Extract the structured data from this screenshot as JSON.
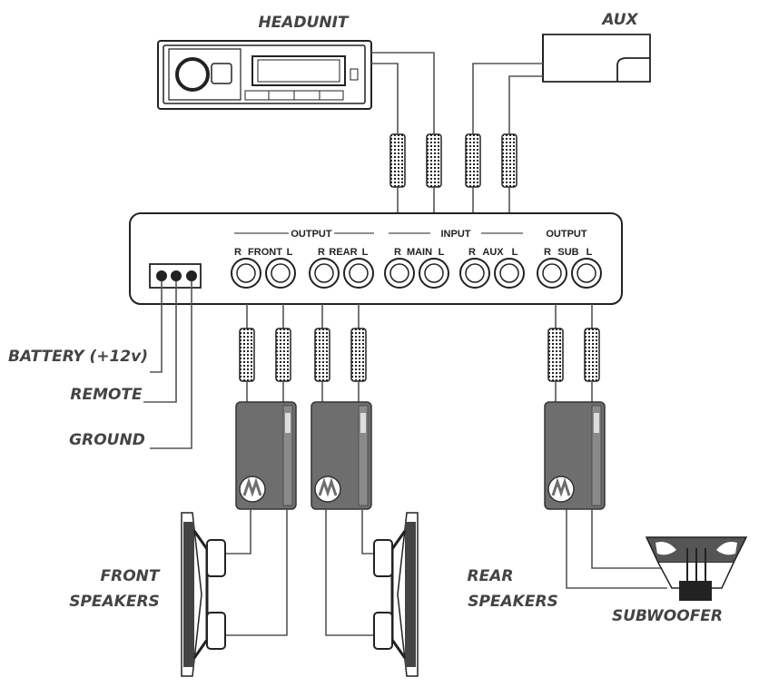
{
  "labels": {
    "headunit": "HEADUNIT",
    "aux": "AUX",
    "battery": "BATTERY (+12v)",
    "remote": "REMOTE",
    "ground": "GROUND",
    "front_speakers_1": "FRONT",
    "front_speakers_2": "SPEAKERS",
    "rear_speakers_1": "REAR",
    "rear_speakers_2": "SPEAKERS",
    "subwoofer": "SUBWOOFER"
  },
  "panel": {
    "output_left": "OUTPUT",
    "input": "INPUT",
    "output_right": "OUTPUT",
    "ports": [
      {
        "r": "R",
        "name": "FRONT",
        "l": "L"
      },
      {
        "r": "R",
        "name": "REAR",
        "l": "L"
      },
      {
        "r": "R",
        "name": "MAIN",
        "l": "L"
      },
      {
        "r": "R",
        "name": "AUX",
        "l": "L"
      },
      {
        "r": "R",
        "name": "SUB",
        "l": "L"
      }
    ]
  },
  "colors": {
    "line": "#222222",
    "amp_body": "#6e6e6e",
    "label": "#444444"
  }
}
